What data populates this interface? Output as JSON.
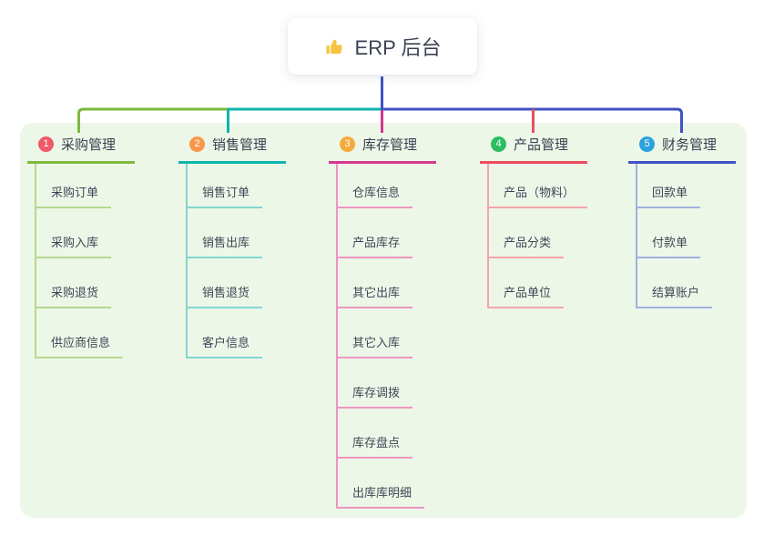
{
  "root": {
    "label": "ERP 后台",
    "icon": "thumbs-up-icon",
    "icon_color": "#f6c444",
    "connector_color": "#4456c7"
  },
  "canvas": {
    "background": "#ffffff",
    "panel_background": "#edf7e8"
  },
  "columns": [
    {
      "badge": "1",
      "label": "采购管理",
      "colors": {
        "branch": "#7cb93d",
        "light": "#b5d98f",
        "badge": "#ef5968"
      },
      "children": [
        "采购订单",
        "采购入库",
        "采购退货",
        "供应商信息"
      ]
    },
    {
      "badge": "2",
      "label": "销售管理",
      "colors": {
        "branch": "#0eb5ac",
        "light": "#83d5cf",
        "badge": "#f8974a"
      },
      "children": [
        "销售订单",
        "销售出库",
        "销售退货",
        "客户信息"
      ]
    },
    {
      "badge": "3",
      "label": "库存管理",
      "colors": {
        "branch": "#d63690",
        "light": "#ee95c2",
        "badge": "#f4ab3a"
      },
      "children": [
        "仓库信息",
        "产品库存",
        "其它出库",
        "其它入库",
        "库存调拨",
        "库存盘点",
        "出库库明细"
      ]
    },
    {
      "badge": "4",
      "label": "产品管理",
      "colors": {
        "branch": "#ef4b60",
        "light": "#f6a3ab",
        "badge": "#2cbe62"
      },
      "children": [
        "产品（物料）",
        "产品分类",
        "产品单位"
      ]
    },
    {
      "badge": "5",
      "label": "财务管理",
      "colors": {
        "branch": "#4152c3",
        "light": "#a1b1de",
        "badge": "#2aa3df"
      },
      "children": [
        "回款单",
        "付款单",
        "结算账户"
      ]
    }
  ]
}
